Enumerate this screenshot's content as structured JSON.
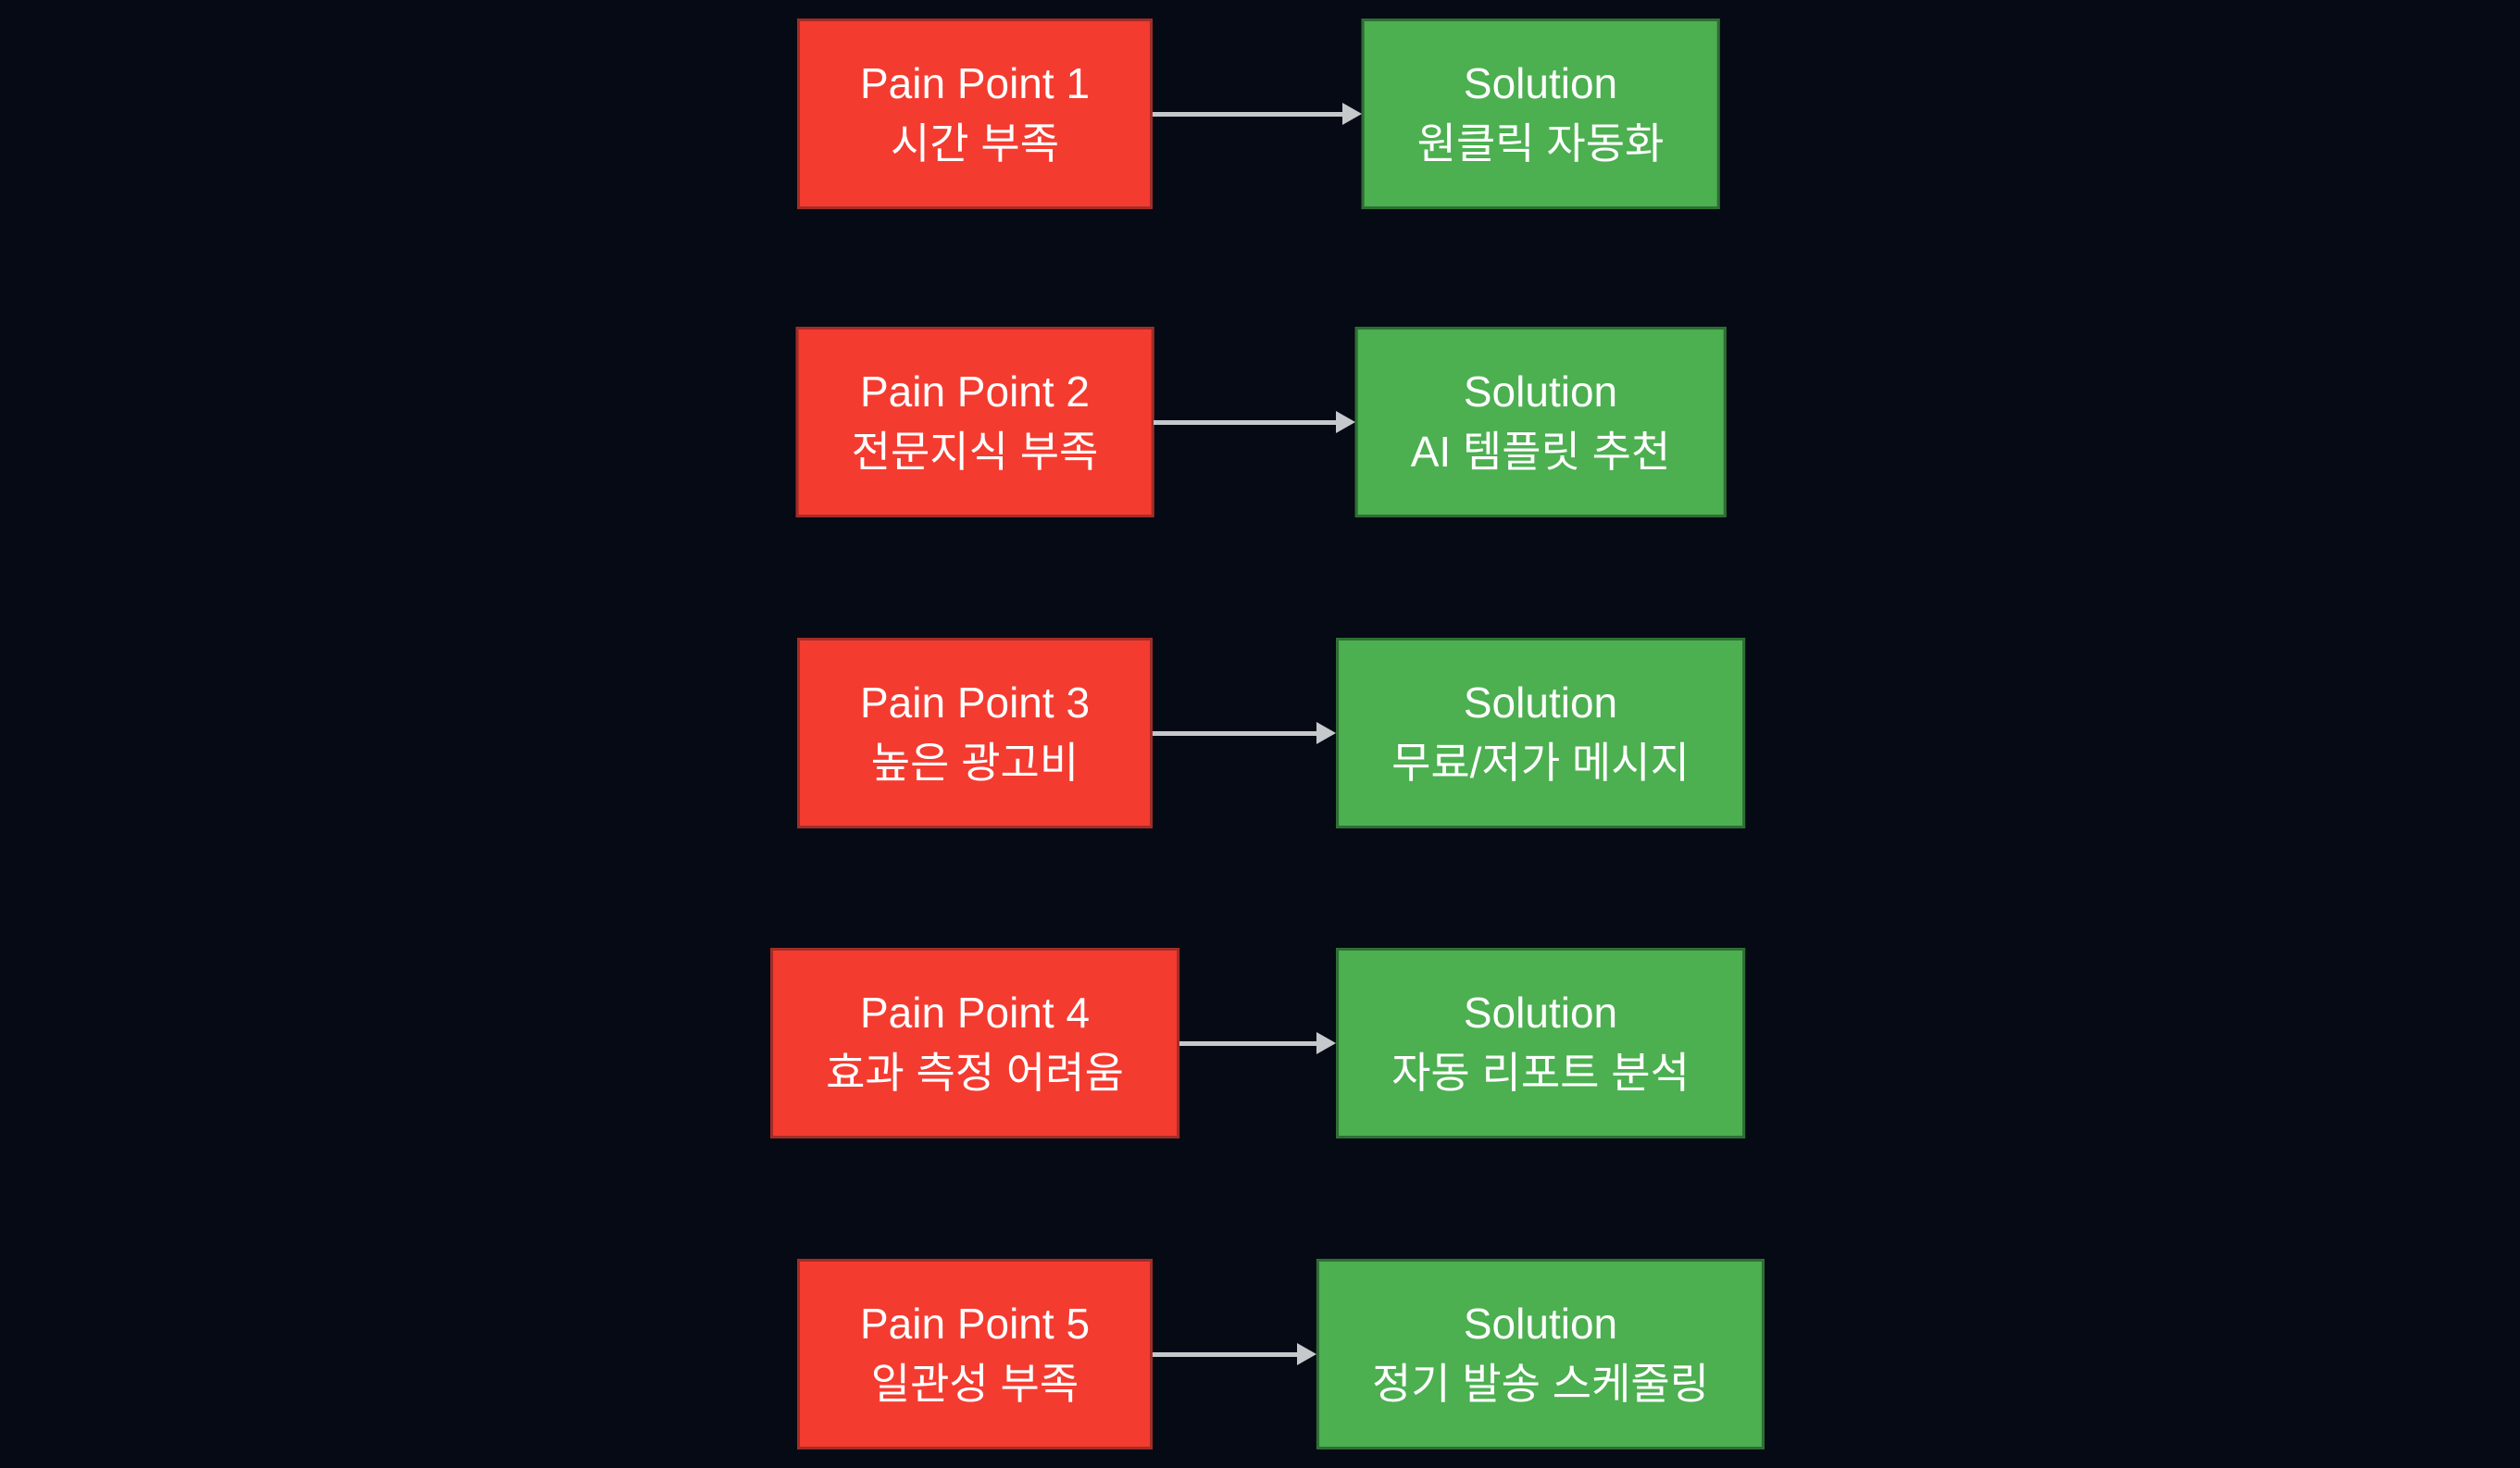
{
  "colors": {
    "background": "#050A14",
    "pain_box_fill": "#F43B30",
    "pain_box_border": "#A12D28",
    "solution_box_fill": "#4CAF50",
    "solution_box_border": "#2F6D35",
    "arrow": "#C6C9CC",
    "text": "#FFFFFF"
  },
  "rows": [
    {
      "pain": {
        "title": "Pain Point 1",
        "subtitle": "시간 부족"
      },
      "solution": {
        "title": "Solution",
        "subtitle": "원클릭 자동화"
      }
    },
    {
      "pain": {
        "title": "Pain Point 2",
        "subtitle": "전문지식 부족"
      },
      "solution": {
        "title": "Solution",
        "subtitle": "AI 템플릿 추천"
      }
    },
    {
      "pain": {
        "title": "Pain Point 3",
        "subtitle": "높은 광고비"
      },
      "solution": {
        "title": "Solution",
        "subtitle": "무료/저가 메시지"
      }
    },
    {
      "pain": {
        "title": "Pain Point 4",
        "subtitle": "효과 측정 어려움"
      },
      "solution": {
        "title": "Solution",
        "subtitle": "자동 리포트 분석"
      }
    },
    {
      "pain": {
        "title": "Pain Point 5",
        "subtitle": "일관성 부족"
      },
      "solution": {
        "title": "Solution",
        "subtitle": "정기 발송 스케줄링"
      }
    }
  ]
}
